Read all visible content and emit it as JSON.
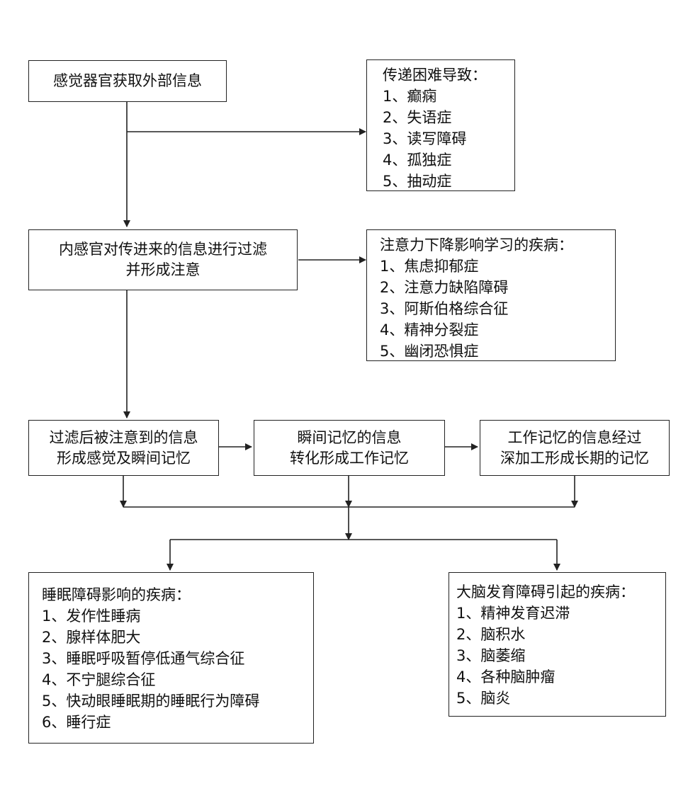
{
  "boxes": {
    "sense": {
      "lines": [
        "感觉器官获取外部信息"
      ]
    },
    "transmission": {
      "title": "传递困难导致：",
      "items": [
        "1、癫痫",
        "2、失语症",
        "3、读写障碍",
        "4、孤独症",
        "5、抽动症"
      ]
    },
    "filter": {
      "lines": [
        "内感官对传进来的信息进行过滤",
        "并形成注意"
      ]
    },
    "attention": {
      "title": "注意力下降影响学习的疾病：",
      "items": [
        "1、焦虑抑郁症",
        "2、注意力缺陷障碍",
        "3、阿斯伯格综合征",
        "4、精神分裂症",
        "5、幽闭恐惧症"
      ]
    },
    "sensory_memory": {
      "lines": [
        "过滤后被注意到的信息",
        "形成感觉及瞬间记忆"
      ]
    },
    "working_memory": {
      "lines": [
        "瞬间记忆的信息",
        "转化形成工作记忆"
      ]
    },
    "long_term_memory": {
      "lines": [
        "工作记忆的信息经过",
        "深加工形成长期的记忆"
      ]
    },
    "sleep": {
      "title": "睡眠障碍影响的疾病：",
      "items": [
        "1、发作性睡病",
        "2、腺样体肥大",
        "3、睡眠呼吸暂停低通气综合征",
        "4、不宁腿综合征",
        "5、快动眼睡眠期的睡眠行为障碍",
        "6、睡行症"
      ]
    },
    "brain": {
      "title": "大脑发育障碍引起的疾病：",
      "items": [
        "1、精神发育迟滞",
        "2、脑积水",
        "3、脑萎缩",
        "4、各种脑肿瘤",
        "5、脑炎"
      ]
    }
  },
  "colors": {
    "line": "#222222",
    "text": "#111111",
    "background": "#ffffff"
  }
}
